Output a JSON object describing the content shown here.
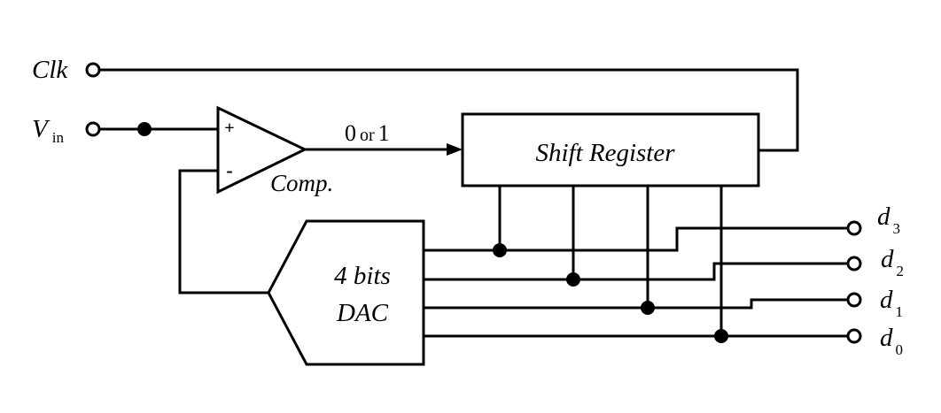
{
  "inputs": {
    "clk": "Clk",
    "vin_main": "V",
    "vin_sub": "in"
  },
  "comparator": {
    "plus": "+",
    "minus": "-",
    "label": "Comp."
  },
  "signal": {
    "zero": "0",
    "or": "or",
    "one": "1"
  },
  "shift_register": {
    "label": "Shift Register"
  },
  "dac": {
    "line1": "4 bits",
    "line2": "DAC"
  },
  "outputs": [
    {
      "main": "d",
      "sub": "3"
    },
    {
      "main": "d",
      "sub": "2"
    },
    {
      "main": "d",
      "sub": "1"
    },
    {
      "main": "d",
      "sub": "0"
    }
  ]
}
